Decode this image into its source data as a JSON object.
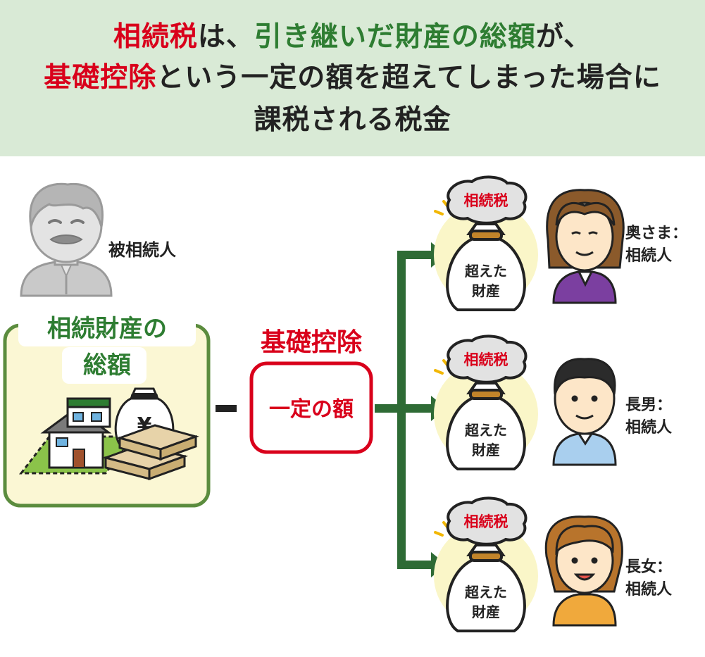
{
  "headline": {
    "line1": {
      "a": "相続税",
      "b": "は、",
      "c": "引き継いだ財産の総額",
      "d": "が、"
    },
    "line2": {
      "a": "基礎控除",
      "b": "という一定の額を超えてしまった場合に"
    },
    "line3": "課税される税金"
  },
  "decedent": {
    "label": "被相続人"
  },
  "estate": {
    "title1": "相続財産の",
    "title2": "総額",
    "yen_symbol": "¥"
  },
  "operator": "ー",
  "deduction": {
    "title": "基礎控除",
    "box_label": "一定の額"
  },
  "bag": {
    "tax_label": "相続税",
    "line1": "超えた",
    "line2": "財産"
  },
  "heirs": [
    {
      "name": "奥さま：",
      "role": "相続人"
    },
    {
      "name": "長男：",
      "role": "相続人"
    },
    {
      "name": "長女：",
      "role": "相続人"
    }
  ],
  "colors": {
    "banner_bg": "#d9ead6",
    "accent_red": "#d9001b",
    "accent_green": "#2e7d32",
    "estate_bg": "#fbf7d4",
    "estate_border": "#5b8c3e",
    "arrow": "#2e6b35",
    "glow": "#faf6c8"
  }
}
